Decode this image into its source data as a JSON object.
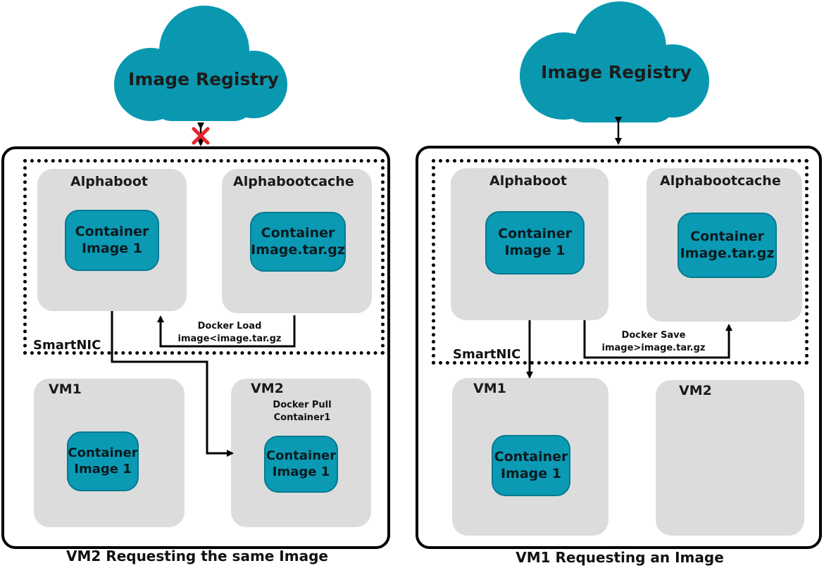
{
  "left": {
    "cloud_label": "Image Registry",
    "smartnic_label": "SmartNIC",
    "alphaboot": {
      "title": "Alphaboot",
      "container_line1": "Container",
      "container_line2": "Image 1"
    },
    "alphabootcache": {
      "title": "Alphabootcache",
      "container_line1": "Container",
      "container_line2": "Image.tar.gz"
    },
    "docker_note_line1": "Docker Load",
    "docker_note_line2": "image<image.tar.gz",
    "vm1": {
      "title": "VM1",
      "container_line1": "Container",
      "container_line2": "Image 1"
    },
    "vm2": {
      "title": "VM2",
      "note_line1": "Docker Pull",
      "note_line2": "Container1",
      "container_line1": "Container",
      "container_line2": "Image 1"
    },
    "caption": "VM2 Requesting the same Image"
  },
  "right": {
    "cloud_label": "Image Registry",
    "smartnic_label": "SmartNIC",
    "alphaboot": {
      "title": "Alphaboot",
      "container_line1": "Container",
      "container_line2": "Image 1"
    },
    "alphabootcache": {
      "title": "Alphabootcache",
      "container_line1": "Container",
      "container_line2": "Image.tar.gz"
    },
    "docker_note_line1": "Docker Save",
    "docker_note_line2": "image>image.tar.gz",
    "vm1": {
      "title": "VM1",
      "container_line1": "Container",
      "container_line2": "Image 1"
    },
    "vm2": {
      "title": "VM2"
    },
    "caption": "VM1 Requesting an Image"
  },
  "colors": {
    "cloud": "#0a98b1",
    "container": "#0a9ab4",
    "panel": "#dcdcdc",
    "blocked": "#e3262b"
  },
  "icons": {
    "blocked_link": "x-mark-icon"
  }
}
